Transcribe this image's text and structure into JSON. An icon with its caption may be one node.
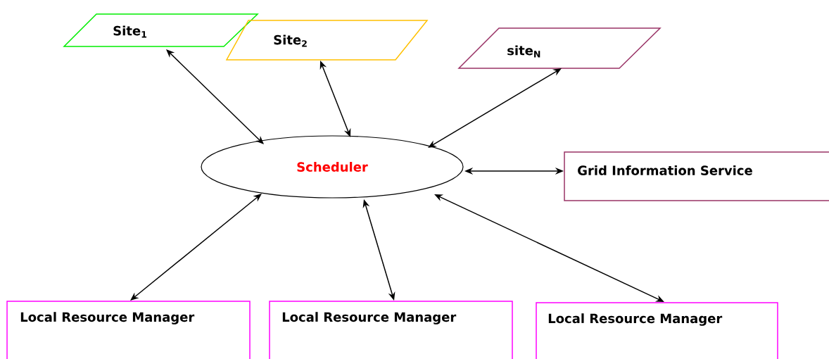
{
  "diagram": {
    "nodes": [
      {
        "text": [
          "Site$_{1}$"
        ]
      },
      {
        "text": [
          "Site$_{2}$"
        ]
      },
      {
        "text": [
          "site$_{N}$"
        ]
      },
      {
        "text": [
          "Scheduler"
        ]
      },
      {
        "text": [
          "Grid Information Service"
        ]
      },
      {
        "text": [
          "Local Resource Manager"
        ]
      },
      {
        "text": [
          "Local Resource Manager"
        ]
      },
      {
        "text": [
          "Local Resource Manager"
        ]
      }
    ],
    "edges": [
      {
        "from": 3,
        "to": 0,
        "arrow": "both"
      },
      {
        "from": 3,
        "to": 1,
        "arrow": "both"
      },
      {
        "from": 3,
        "to": 2,
        "arrow": "both"
      },
      {
        "from": 3,
        "to": 4,
        "arrow": "both"
      },
      {
        "from": 3,
        "to": 5,
        "arrow": "both"
      },
      {
        "from": 3,
        "to": 6,
        "arrow": "both"
      },
      {
        "from": 3,
        "to": 7,
        "arrow": "both"
      }
    ]
  }
}
